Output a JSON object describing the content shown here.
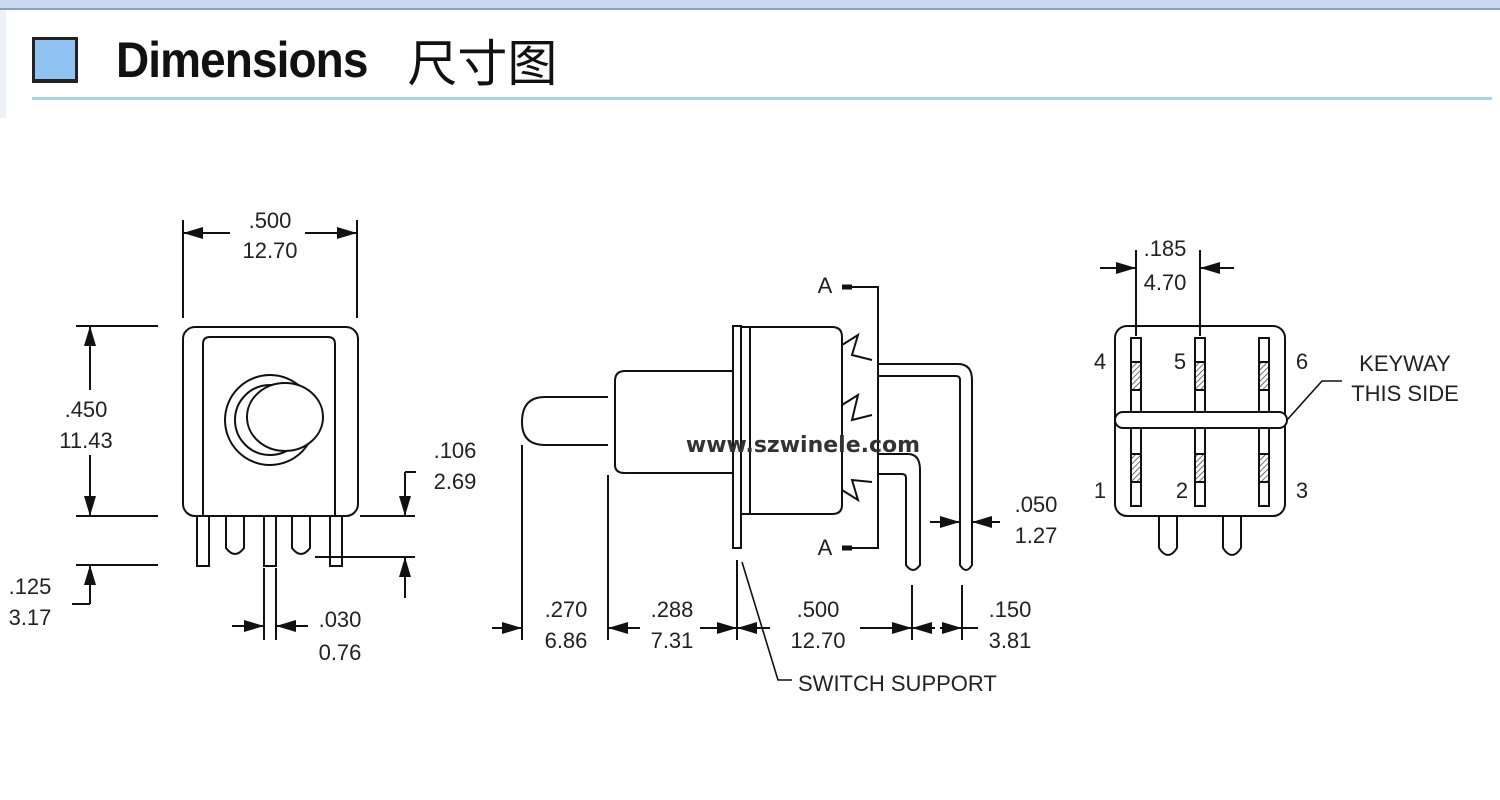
{
  "header": {
    "title": "Dimensions",
    "title_cn": "尺寸图",
    "accent_color": "#8ec3f2"
  },
  "front_view": {
    "width_in": ".500",
    "width_mm": "12.70",
    "height_in": ".450",
    "height_mm": "11.43",
    "offset_in": ".106",
    "offset_mm": "2.69",
    "pin_len_in": ".125",
    "pin_len_mm": "3.17",
    "pin_w_in": ".030",
    "pin_w_mm": "0.76"
  },
  "side_view": {
    "section_a_top": "A",
    "section_a_bottom": "A",
    "lever_in": ".270",
    "lever_mm": "6.86",
    "bushing_in": ".288",
    "bushing_mm": "7.31",
    "body_in": ".500",
    "body_mm": "12.70",
    "pitch_in": ".150",
    "pitch_mm": "3.81",
    "pin_w_in": ".050",
    "pin_w_mm": "1.27",
    "switch_support": "SWITCH SUPPORT",
    "watermark": "www.szwinele.com"
  },
  "bottom_view": {
    "spacing_in": ".185",
    "spacing_mm": "4.70",
    "pins": [
      "4",
      "5",
      "6",
      "1",
      "2",
      "3"
    ],
    "keyway_line1": "KEYWAY",
    "keyway_line2": "THIS SIDE"
  }
}
